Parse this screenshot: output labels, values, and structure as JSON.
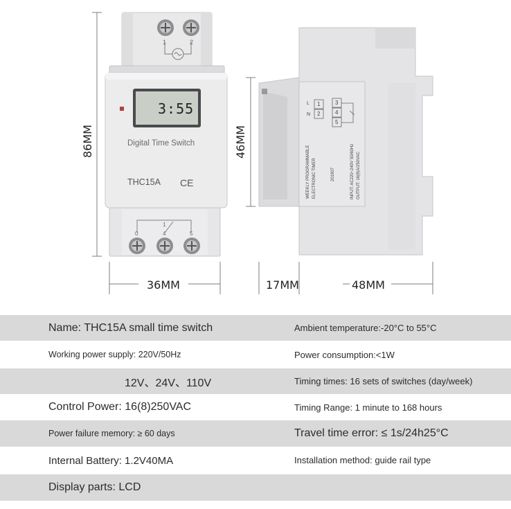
{
  "dimensions": {
    "front_height": "86MM",
    "front_width": "36MM",
    "side_height": "46MM",
    "side_depth_small": "17MM",
    "side_depth_large": "48MM"
  },
  "device_front": {
    "terminal_top_left": "1",
    "terminal_top_right": "2",
    "lcd_reading": "3:55",
    "brand_label": "Digital Time Switch",
    "model_label": "THC15A",
    "ce_mark": "CE",
    "terminal_bottom_1": "0",
    "terminal_bottom_2": "4",
    "terminal_bottom_3": "5",
    "terminal_bottom_mid_top": "1"
  },
  "device_side": {
    "label_line_1": "WEEKLY PROGRAMMABLE",
    "label_line_2": "ELECTRONIC TIMER",
    "label_line_3": "201907",
    "label_line_4": "INPUT: AC220~240V  50/60Hz",
    "label_line_5": "OUTPUT: 16(8)A/250VAC",
    "diagram_n": "N",
    "diagram_l": "L",
    "diagram_1": "1",
    "diagram_2": "2",
    "diagram_3": "3",
    "diagram_4": "4",
    "diagram_5": "5"
  },
  "specs": [
    {
      "left": "Name: THC15A small time switch",
      "right": "Ambient temperature:-20°C to 55°C"
    },
    {
      "left": "Working power supply: 220V/50Hz",
      "right": "Power consumption:<1W"
    },
    {
      "left": "12V、24V、110V",
      "right": "Timing times: 16 sets of switches (day/week)"
    },
    {
      "left": "Control Power: 16(8)250VAC",
      "right": "Timing Range: 1 minute to 168 hours"
    },
    {
      "left": "Power failure memory: ≥ 60 days",
      "right": "Travel time error: ≤ 1s/24h25°C"
    },
    {
      "left": "Internal Battery: 1.2V40MA",
      "right": "Installation method: guide rail type"
    },
    {
      "left": "Display parts: LCD",
      "right": ""
    }
  ]
}
